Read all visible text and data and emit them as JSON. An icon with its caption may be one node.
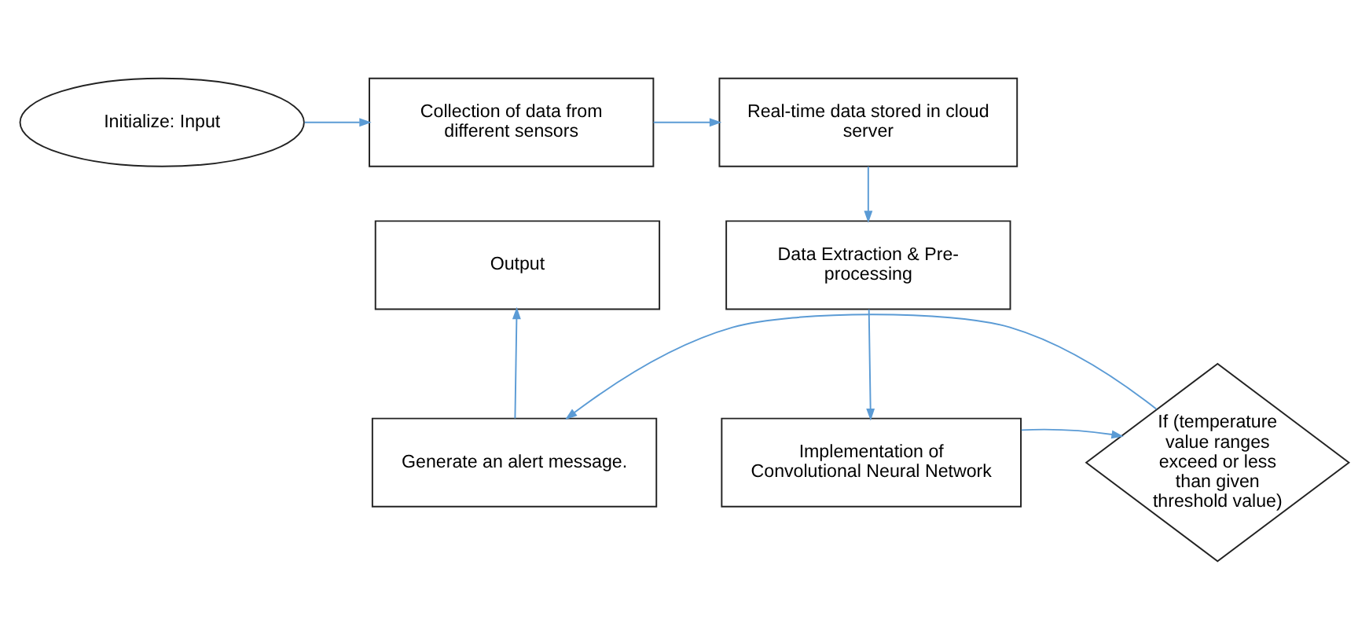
{
  "diagram": {
    "nodes": [
      {
        "text": [
          "Initialize: Input"
        ]
      },
      {
        "text": [
          "Collection of data from different sensors"
        ]
      },
      {
        "text": [
          "Real-time data stored in cloud server"
        ]
      },
      {
        "text": [
          "Data Extraction & Pre-processing"
        ]
      },
      {
        "text": [
          "Implementation of Convolutional Neural Network"
        ]
      },
      {
        "text": [
          "If (temperature value ranges exceed or less than given threshold value)"
        ]
      },
      {
        "text": [
          "Generate an alert message."
        ]
      },
      {
        "text": [
          "Output"
        ]
      }
    ],
    "edges": [
      {
        "from": 0,
        "to": 1,
        "arrow": "to"
      },
      {
        "from": 1,
        "to": 2,
        "arrow": "to"
      },
      {
        "from": 2,
        "to": 3,
        "arrow": "to"
      },
      {
        "from": 3,
        "to": 4,
        "arrow": "to"
      },
      {
        "from": 4,
        "to": 5,
        "arrow": "to"
      },
      {
        "from": 5,
        "to": 6,
        "arrow": "to"
      },
      {
        "from": 6,
        "to": 7,
        "arrow": "to"
      }
    ]
  }
}
